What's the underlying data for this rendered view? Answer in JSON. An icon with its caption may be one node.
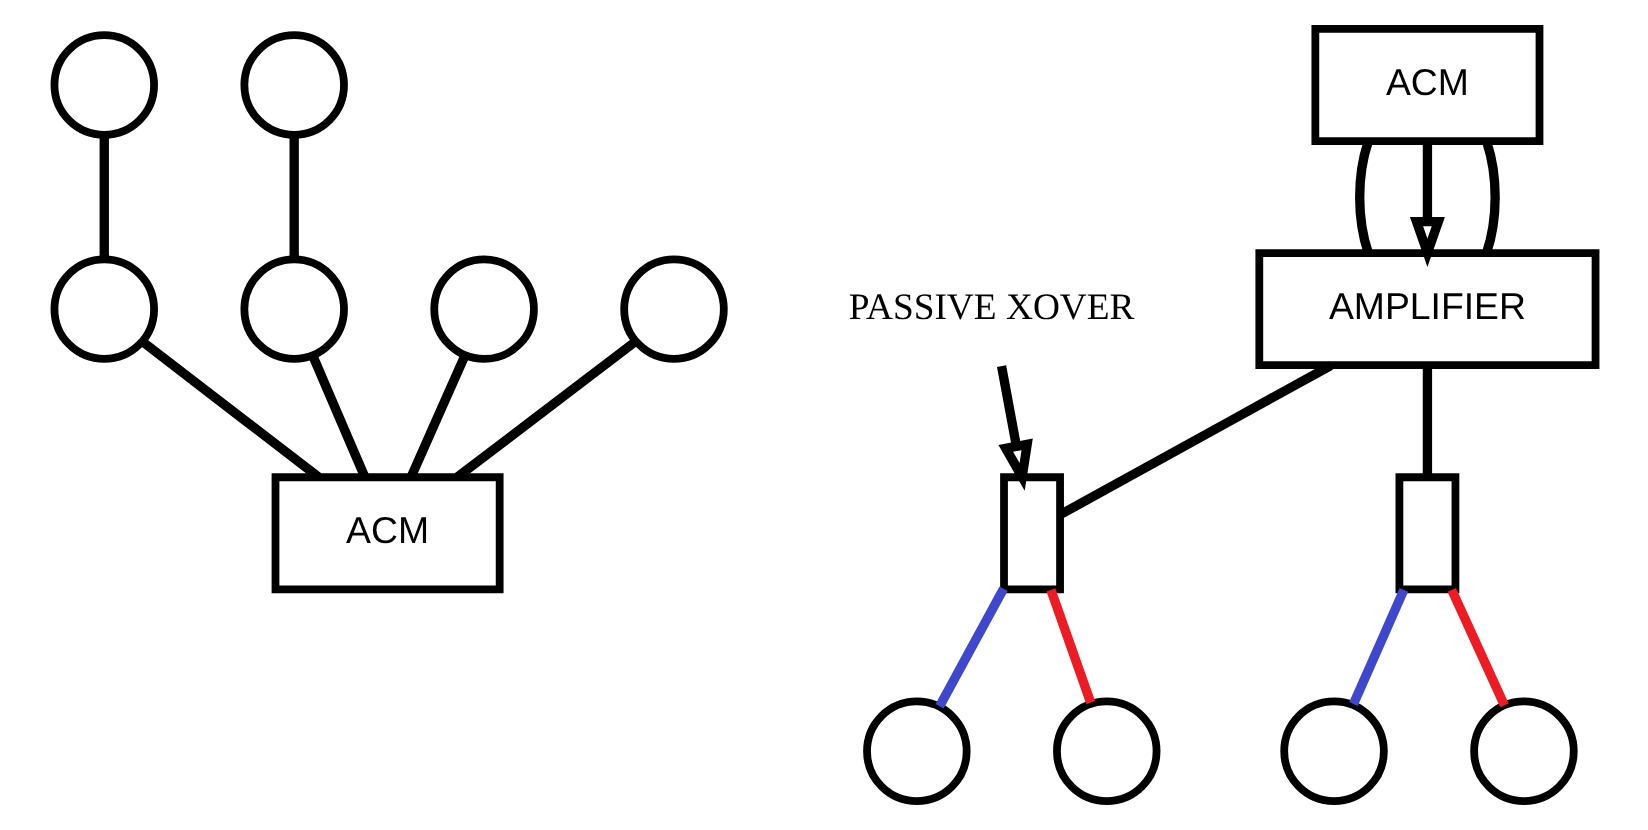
{
  "diagram": {
    "nodes": [
      {
        "text": [
          "ACM"
        ]
      },
      {
        "text": [],
        "shape": "circle"
      },
      {
        "text": [],
        "shape": "circle"
      },
      {
        "text": [],
        "shape": "circle"
      },
      {
        "text": [],
        "shape": "circle"
      },
      {
        "text": [],
        "shape": "circle"
      },
      {
        "text": [],
        "shape": "circle"
      },
      {
        "text": [
          "ACM"
        ]
      },
      {
        "text": [
          "AMPLIFIER"
        ]
      },
      {
        "text": [],
        "shape": "box"
      },
      {
        "text": [],
        "shape": "box"
      },
      {
        "text": [],
        "shape": "circle"
      },
      {
        "text": [],
        "shape": "circle"
      },
      {
        "text": [],
        "shape": "circle"
      },
      {
        "text": [],
        "shape": "circle"
      },
      {
        "text": [
          "PASSIVE XOVER"
        ]
      }
    ],
    "edges": [
      {
        "from": 1,
        "to": 2,
        "arrow": "none"
      },
      {
        "from": 2,
        "to": 0,
        "arrow": "none"
      },
      {
        "from": 3,
        "to": 4,
        "arrow": "none"
      },
      {
        "from": 4,
        "to": 0,
        "arrow": "none"
      },
      {
        "from": 5,
        "to": 0,
        "arrow": "none"
      },
      {
        "from": 6,
        "to": 0,
        "arrow": "none"
      },
      {
        "from": 7,
        "to": 8,
        "arrow": "none"
      },
      {
        "from": 7,
        "to": 8,
        "arrow": "to"
      },
      {
        "from": 7,
        "to": 8,
        "arrow": "none"
      },
      {
        "from": 8,
        "to": 9,
        "arrow": "none"
      },
      {
        "from": 8,
        "to": 10,
        "arrow": "none"
      },
      {
        "from": 9,
        "to": 11,
        "arrow": "none",
        "color": "#3f48cc"
      },
      {
        "from": 9,
        "to": 12,
        "arrow": "none",
        "color": "#ed1c24"
      },
      {
        "from": 10,
        "to": 13,
        "arrow": "none",
        "color": "#3f48cc"
      },
      {
        "from": 10,
        "to": 14,
        "arrow": "none",
        "color": "#ed1c24"
      },
      {
        "from": 15,
        "to": 9,
        "arrow": "to"
      }
    ]
  }
}
